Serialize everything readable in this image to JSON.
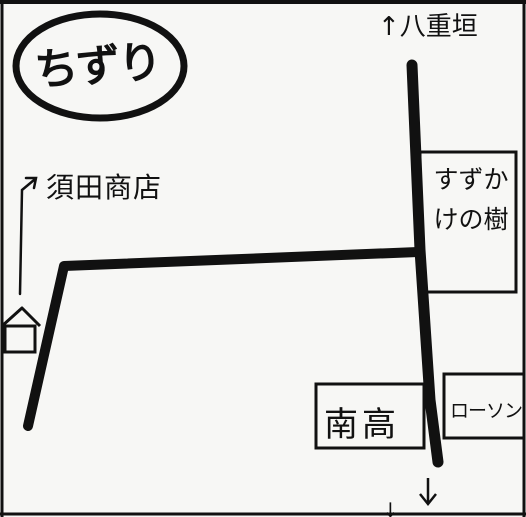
{
  "map": {
    "logo_text": "ちずり",
    "north_direction": "↑八重垣",
    "shop": "須田商店",
    "tree": "すずかけの樹",
    "school": "南高",
    "convenience_store": "ローソン",
    "south_direction": "↓",
    "ink_color": "#111111",
    "paper_color": "#f7f7f5",
    "icons": [
      "house-icon",
      "arrow-up-icon",
      "arrow-down-icon"
    ]
  }
}
